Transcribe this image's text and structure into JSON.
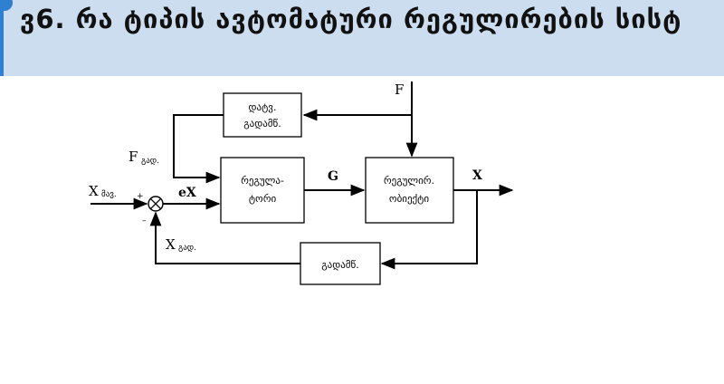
{
  "header": {
    "title": "ვ6. რა ტიპის ავტომატური რეგულირების სისტ"
  },
  "diagram": {
    "blocks": {
      "sensor_line1": "დატვ.",
      "sensor_line2": "გადამწ.",
      "regulator_line1": "რეგულა-",
      "regulator_line2": "ტორი",
      "object_line1": "რეგულირ.",
      "object_line2": "ობიექტი",
      "feedback": "გადამწ."
    },
    "signals": {
      "F": "F",
      "F_sub_main": "F",
      "F_sub_tail": "გად.",
      "X_set_main": "X",
      "X_set_tail": "მავ.",
      "eX": "eX",
      "G": "G",
      "X_out": "X",
      "X_fb_main": "X",
      "X_fb_tail": "გად.",
      "plus": "+",
      "minus": "–"
    }
  },
  "colors": {
    "header_bg": "#cdddf0",
    "accent": "#2f80d0"
  }
}
